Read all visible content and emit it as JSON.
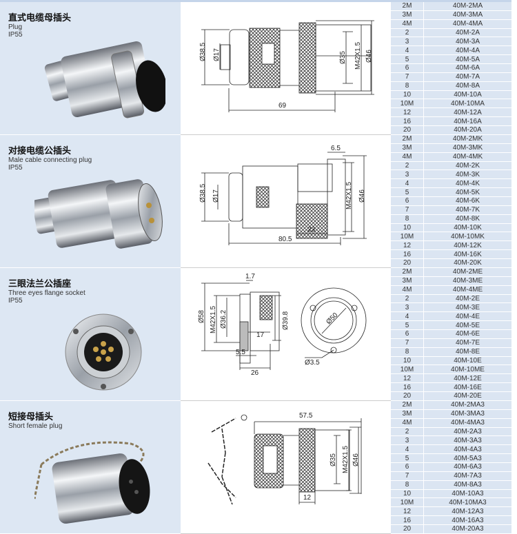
{
  "sections": [
    {
      "title_cn": "直式电缆母插头",
      "title_en": "Plug",
      "ip": "IP55",
      "dims": [
        "Ø38.5",
        "Ø17",
        "Ø35",
        "M42X1.5",
        "Ø46",
        "69"
      ],
      "rows": [
        [
          "2M",
          "40M-2MA"
        ],
        [
          "3M",
          "40M-3MA"
        ],
        [
          "4M",
          "40M-4MA"
        ],
        [
          "2",
          "40M-2A"
        ],
        [
          "3",
          "40M-3A"
        ],
        [
          "4",
          "40M-4A"
        ],
        [
          "5",
          "40M-5A"
        ],
        [
          "6",
          "40M-6A"
        ],
        [
          "7",
          "40M-7A"
        ],
        [
          "8",
          "40M-8A"
        ],
        [
          "10",
          "40M-10A"
        ],
        [
          "10M",
          "40M-10MA"
        ],
        [
          "12",
          "40M-12A"
        ],
        [
          "16",
          "40M-16A"
        ],
        [
          "20",
          "40M-20A"
        ]
      ]
    },
    {
      "title_cn": "对接电缆公插头",
      "title_en": "Male cable connecting plug",
      "ip": "IP55",
      "dims": [
        "6.5",
        "Ø38.5",
        "Ø17",
        "M42X1.5",
        "Ø46",
        "80.5",
        "23"
      ],
      "rows": [
        [
          "2M",
          "40M-2MK"
        ],
        [
          "3M",
          "40M-3MK"
        ],
        [
          "4M",
          "40M-4MK"
        ],
        [
          "2",
          "40M-2K"
        ],
        [
          "3",
          "40M-3K"
        ],
        [
          "4",
          "40M-4K"
        ],
        [
          "5",
          "40M-5K"
        ],
        [
          "6",
          "40M-6K"
        ],
        [
          "7",
          "40M-7K"
        ],
        [
          "8",
          "40M-8K"
        ],
        [
          "10",
          "40M-10K"
        ],
        [
          "10M",
          "40M-10MK"
        ],
        [
          "12",
          "40M-12K"
        ],
        [
          "16",
          "40M-16K"
        ],
        [
          "20",
          "40M-20K"
        ]
      ]
    },
    {
      "title_cn": "三眼法兰公插座",
      "title_en": "Three eyes flange socket",
      "ip": "IP55",
      "dims": [
        "1.7",
        "Ø58",
        "M42X1.5",
        "Ø36.2",
        "Ø39.8",
        "17",
        "5.5",
        "26",
        "Ø50",
        "Ø3.5"
      ],
      "rows": [
        [
          "2M",
          "40M-2ME"
        ],
        [
          "3M",
          "40M-3ME"
        ],
        [
          "4M",
          "40M-4ME"
        ],
        [
          "2",
          "40M-2E"
        ],
        [
          "3",
          "40M-3E"
        ],
        [
          "4",
          "40M-4E"
        ],
        [
          "5",
          "40M-5E"
        ],
        [
          "6",
          "40M-6E"
        ],
        [
          "7",
          "40M-7E"
        ],
        [
          "8",
          "40M-8E"
        ],
        [
          "10",
          "40M-10E"
        ],
        [
          "10M",
          "40M-10ME"
        ],
        [
          "12",
          "40M-12E"
        ],
        [
          "16",
          "40M-16E"
        ],
        [
          "20",
          "40M-20E"
        ]
      ]
    },
    {
      "title_cn": "短接母插头",
      "title_en": "Short female plug",
      "dims": [
        "57.5",
        "Ø35",
        "M42X1.5",
        "Ø46",
        "12"
      ],
      "rows": [
        [
          "2M",
          "40M-2MA3"
        ],
        [
          "3M",
          "40M-3MA3"
        ],
        [
          "4M",
          "40M-4MA3"
        ],
        [
          "2",
          "40M-2A3"
        ],
        [
          "3",
          "40M-3A3"
        ],
        [
          "4",
          "40M-4A3"
        ],
        [
          "5",
          "40M-5A3"
        ],
        [
          "6",
          "40M-6A3"
        ],
        [
          "7",
          "40M-7A3"
        ],
        [
          "8",
          "40M-8A3"
        ],
        [
          "10",
          "40M-10A3"
        ],
        [
          "10M",
          "40M-10MA3"
        ],
        [
          "12",
          "40M-12A3"
        ],
        [
          "16",
          "40M-16A3"
        ],
        [
          "20",
          "40M-20A3"
        ]
      ]
    }
  ]
}
